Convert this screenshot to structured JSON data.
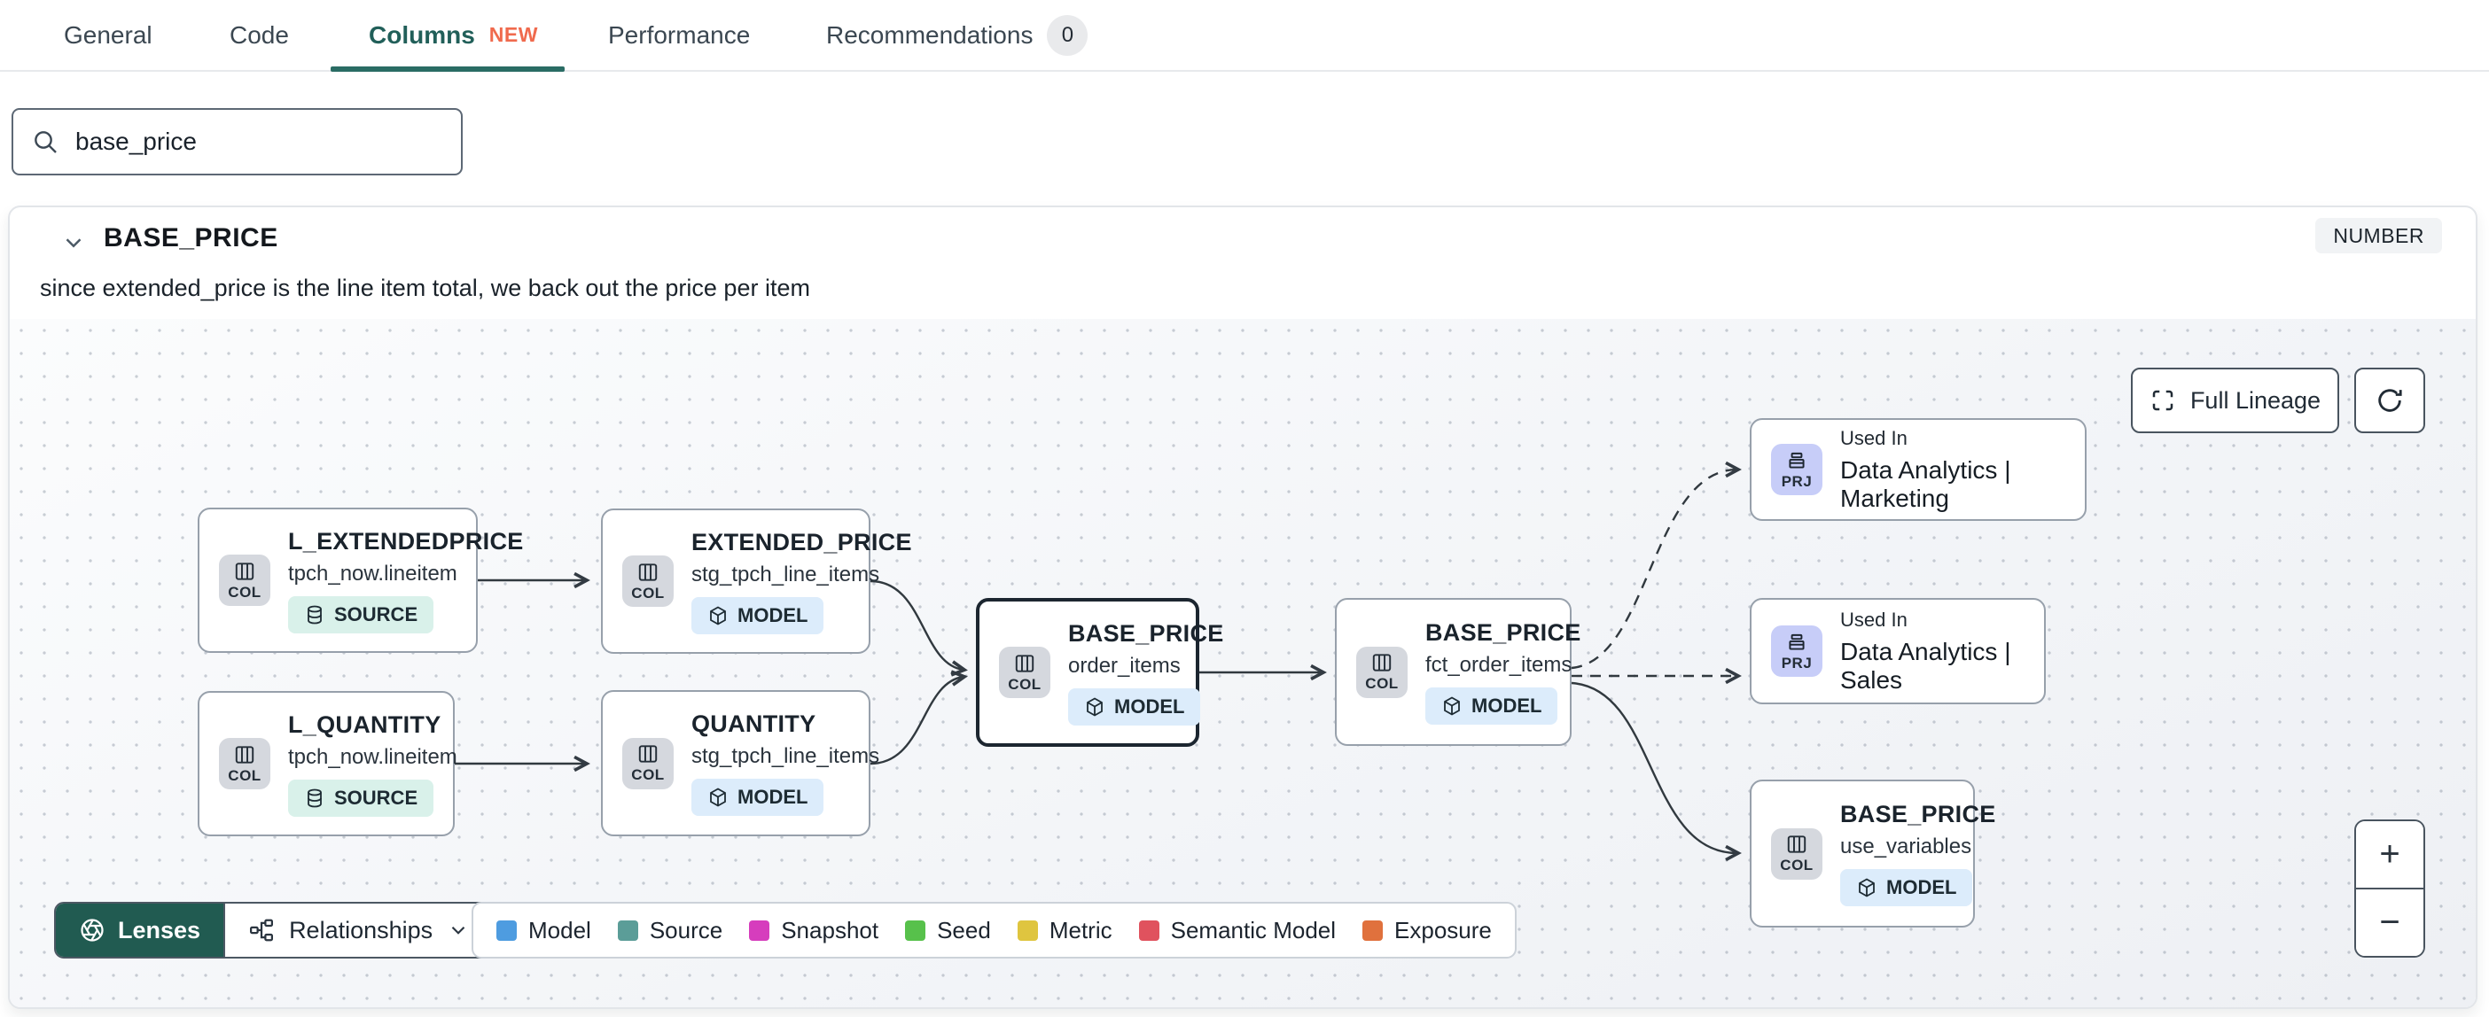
{
  "tabs": {
    "items": [
      {
        "label": "General"
      },
      {
        "label": "Code"
      },
      {
        "label": "Columns",
        "badge": "NEW"
      },
      {
        "label": "Performance"
      },
      {
        "label": "Recommendations",
        "count": "0"
      }
    ]
  },
  "search": {
    "value": "base_price"
  },
  "column_panel": {
    "title": "BASE_PRICE",
    "type_badge": "NUMBER",
    "description": "since extended_price is the line item total, we back out the price per item"
  },
  "lineage": {
    "controls": {
      "full_lineage_label": "Full Lineage",
      "zoom_in_label": "+",
      "zoom_out_label": "−"
    },
    "toolbar": {
      "lenses_label": "Lenses",
      "relationships_label": "Relationships"
    },
    "legend": {
      "items": [
        {
          "label": "Model",
          "color": "#4e9ce0"
        },
        {
          "label": "Source",
          "color": "#5b9d98"
        },
        {
          "label": "Snapshot",
          "color": "#d63dbd"
        },
        {
          "label": "Seed",
          "color": "#57c14b"
        },
        {
          "label": "Metric",
          "color": "#dfc53f"
        },
        {
          "label": "Semantic Model",
          "color": "#e0525e"
        },
        {
          "label": "Exposure",
          "color": "#e0713d"
        }
      ]
    },
    "nodes": [
      {
        "title": "L_EXTENDEDPRICE",
        "subtitle": "tpch_now.lineitem",
        "kind": "COL",
        "resource": "SOURCE"
      },
      {
        "title": "L_QUANTITY",
        "subtitle": "tpch_now.lineitem",
        "kind": "COL",
        "resource": "SOURCE"
      },
      {
        "title": "EXTENDED_PRICE",
        "subtitle": "stg_tpch_line_items",
        "kind": "COL",
        "resource": "MODEL"
      },
      {
        "title": "QUANTITY",
        "subtitle": "stg_tpch_line_items",
        "kind": "COL",
        "resource": "MODEL"
      },
      {
        "title": "BASE_PRICE",
        "subtitle": "order_items",
        "kind": "COL",
        "resource": "MODEL",
        "selected": true
      },
      {
        "title": "BASE_PRICE",
        "subtitle": "fct_order_items",
        "kind": "COL",
        "resource": "MODEL"
      },
      {
        "eyebrow": "Used In",
        "title": "Data Analytics | Marketing",
        "kind": "PRJ"
      },
      {
        "eyebrow": "Used In",
        "title": "Data Analytics | Sales",
        "kind": "PRJ"
      },
      {
        "title": "BASE_PRICE",
        "subtitle": "use_variables",
        "kind": "COL",
        "resource": "MODEL"
      }
    ]
  }
}
